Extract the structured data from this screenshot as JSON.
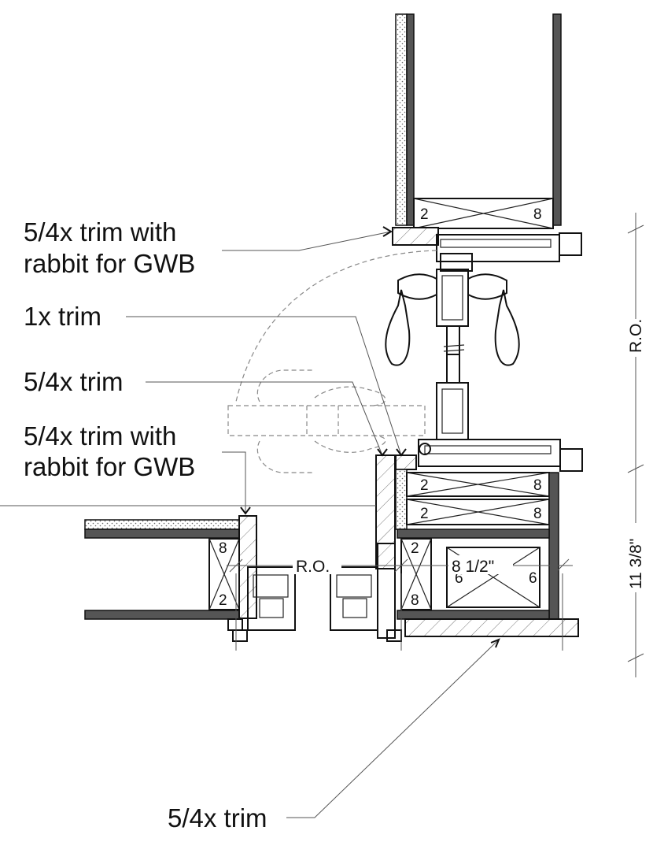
{
  "labels": {
    "top_trim_line1": "5/4x trim with",
    "top_trim_line2": "rabbit for GWB",
    "one_x_trim": "1x trim",
    "mid_trim": "5/4x trim",
    "lower_trim_line1": "5/4x trim with",
    "lower_trim_line2": "rabbit for GWB",
    "bottom_trim": "5/4x trim"
  },
  "dimensions": {
    "right_ro": "R.O.",
    "right_depth": "11 3/8\"",
    "bottom_ro": "R.O.",
    "bottom_width": "8 1/2\""
  },
  "lumber_marks": {
    "top_header_left": "2",
    "top_header_right": "8",
    "header_a_left": "2",
    "header_a_right": "8",
    "header_b_left": "2",
    "header_b_right": "8",
    "left_stud_top": "8",
    "left_stud_bottom": "2",
    "right_stud_top": "2",
    "right_stud_bottom": "8",
    "post_left": "6",
    "post_right": "6"
  }
}
